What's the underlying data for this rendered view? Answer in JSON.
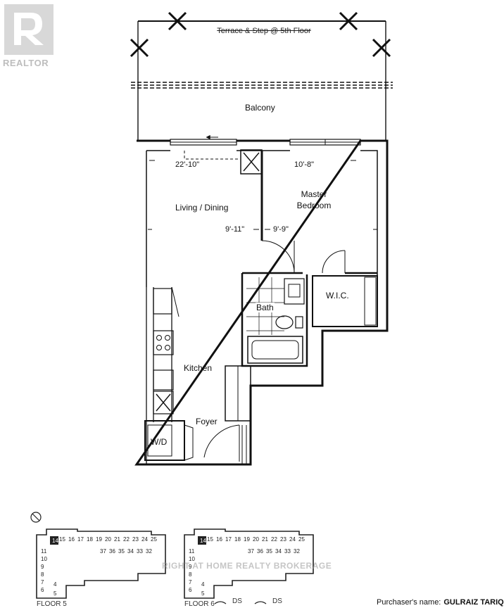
{
  "logo": {
    "icon": "realtor-logo-icon",
    "text": "REALTOR"
  },
  "floorplan": {
    "terrace_label": "Terrace & Step @ 5th Floor",
    "rooms": {
      "balcony": "Balcony",
      "living_dining": "Living / Dining",
      "master_bedroom_line1": "Master",
      "master_bedroom_line2": "Bedroom",
      "wic": "W.I.C.",
      "bath": "Bath",
      "kitchen": "Kitchen",
      "foyer": "Foyer",
      "wd": "W/D"
    },
    "dimensions": {
      "living_width": "22'-10\"",
      "living_depth": "9'-11\"",
      "bedroom_width": "10'-8\"",
      "bedroom_depth": "9'-9\""
    }
  },
  "key_plans": {
    "unit_highlight": "14",
    "top_row_units": [
      "15",
      "16",
      "17",
      "18",
      "19",
      "20",
      "21",
      "22",
      "23",
      "24",
      "25"
    ],
    "row2_units": [
      "37",
      "36",
      "35",
      "34",
      "33",
      "32"
    ],
    "left_units": [
      "11",
      "10",
      "9",
      "8",
      "7",
      "6"
    ],
    "bottom_units": [
      "4",
      "5"
    ],
    "caption_left": "FLOOR 5",
    "caption_right": "FLOOR 6",
    "ds_label": "DS"
  },
  "watermark": "RIGHT AT HOME REALTY BROKERAGE",
  "purchaser": {
    "label": "Purchaser's name:",
    "name": "GULRAIZ TARIQ"
  }
}
